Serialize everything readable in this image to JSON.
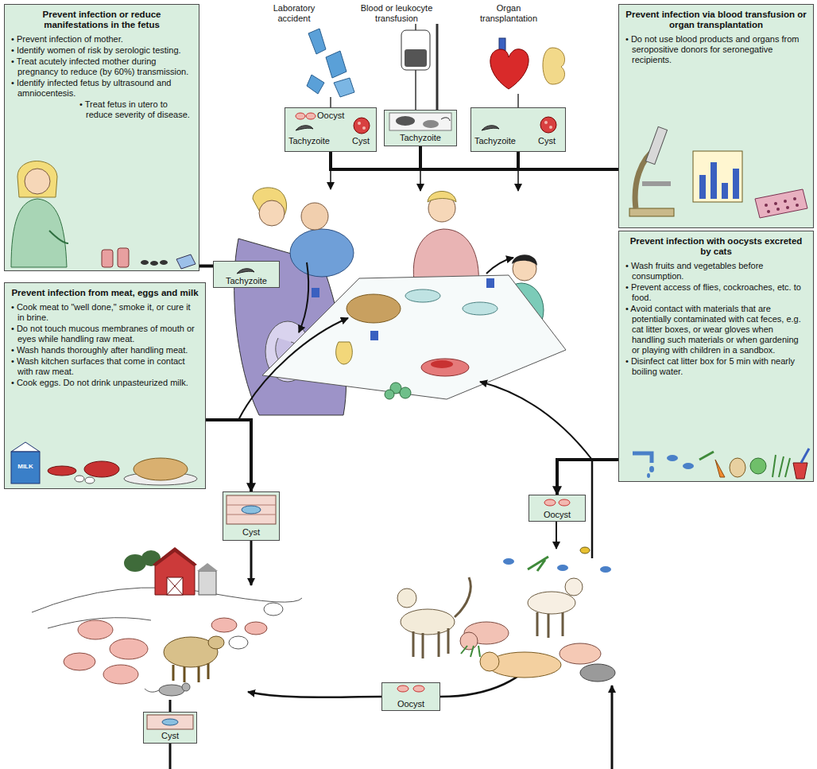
{
  "diagram": {
    "nodes": [
      {
        "text": [
          "Prevent infection or reduce manifestations in the fetus",
          "• Prevent infection of mother.",
          "• Identify women of risk by serologic testing.",
          "• Treat acutely infected mother during pregnancy to reduce (by 60%) transmission.",
          "• Identify infected fetus by ultrasound and amniocentesis.",
          "• Treat fetus in utero to reduce severity of disease."
        ]
      },
      {
        "text": [
          "Oocyst",
          "Tachyzoite",
          "Cyst"
        ]
      },
      {
        "text": [
          "Tachyzoite"
        ]
      },
      {
        "text": [
          "Tachyzoite",
          "Cyst"
        ]
      },
      {
        "text": [
          "Prevent infection via blood transfusion or organ transplantation",
          "• Do not use blood products and organs from seropositive donors for seronegative recipients."
        ]
      },
      {
        "text": [
          "Tachyzoite"
        ]
      },
      {
        "text": [
          "Prevent infection from meat, eggs and milk",
          "• Cook meat to \"well done,\" smoke it, or cure it in brine.",
          "• Do not touch mucous membranes of mouth or eyes while handling raw meat.",
          "• Wash hands thoroughly after handling meat.",
          "• Wash kitchen surfaces that come in contact with raw meat.",
          "• Cook eggs. Do not drink unpasteurized milk."
        ]
      },
      {
        "text": [
          "Prevent infection with oocysts excreted by cats",
          "• Wash fruits and vegetables before consumption.",
          "• Prevent access of flies, cockroaches, etc. to food.",
          "• Avoid contact with materials that are potentially contaminated with cat feces, e.g. cat litter boxes, or wear gloves when handling such materials or when gardening or playing with children in a sandbox.",
          "• Disinfect cat litter box for 5 min with nearly boiling water."
        ]
      },
      {
        "text": [
          "Oocyst"
        ]
      },
      {
        "text": [
          "Cyst"
        ]
      },
      {
        "text": [
          "Cyst"
        ]
      },
      {
        "text": [
          "Oocyst"
        ]
      }
    ],
    "edges": [
      {
        "from": 5,
        "to": 0,
        "arrow": "none"
      },
      {
        "from": 4,
        "to": 1,
        "arrow": "none"
      },
      {
        "from": 4,
        "to": 2,
        "arrow": "none"
      },
      {
        "from": 4,
        "to": 3,
        "arrow": "none"
      },
      {
        "from": 6,
        "to": 9,
        "arrow": "to"
      },
      {
        "from": 7,
        "to": 8,
        "arrow": "to"
      }
    ],
    "labels": [
      "Laboratory accident",
      "Blood or leukocyte transfusion",
      "Organ transplantation",
      "MILK"
    ]
  }
}
